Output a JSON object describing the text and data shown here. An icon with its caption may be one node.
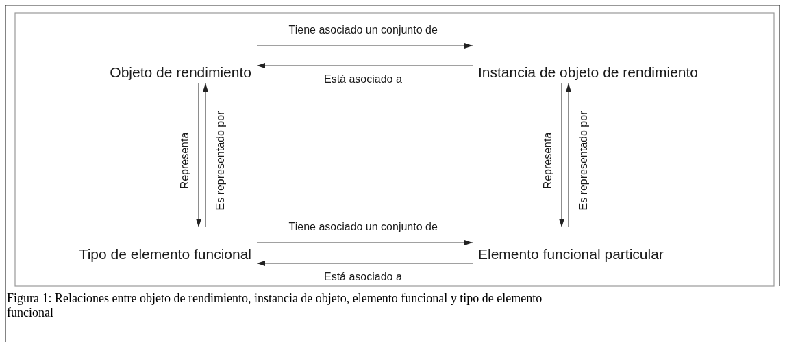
{
  "diagram": {
    "caption": "Figura 1: Relaciones entre objeto de rendimiento, instancia de objeto, elemento funcional y tipo de elemento funcional",
    "nodes": [
      {
        "text": [
          "Objeto de rendimiento"
        ]
      },
      {
        "text": [
          "Instancia de objeto de rendimiento"
        ]
      },
      {
        "text": [
          "Tipo de elemento funcional"
        ]
      },
      {
        "text": [
          "Elemento funcional particular"
        ]
      }
    ],
    "edges": [
      {
        "from": 0,
        "to": 1,
        "arrow": "to",
        "label": "Tiene asociado un conjunto de"
      },
      {
        "from": 1,
        "to": 0,
        "arrow": "to",
        "label": "Está asociado a"
      },
      {
        "from": 0,
        "to": 2,
        "arrow": "to",
        "label": "Representa"
      },
      {
        "from": 2,
        "to": 0,
        "arrow": "to",
        "label": "Es representado por"
      },
      {
        "from": 1,
        "to": 3,
        "arrow": "to",
        "label": "Representa"
      },
      {
        "from": 3,
        "to": 1,
        "arrow": "to",
        "label": "Es representado por"
      },
      {
        "from": 2,
        "to": 3,
        "arrow": "to",
        "label": "Tiene asociado un conjunto de"
      },
      {
        "from": 3,
        "to": 2,
        "arrow": "to",
        "label": "Está asociado a"
      }
    ]
  }
}
